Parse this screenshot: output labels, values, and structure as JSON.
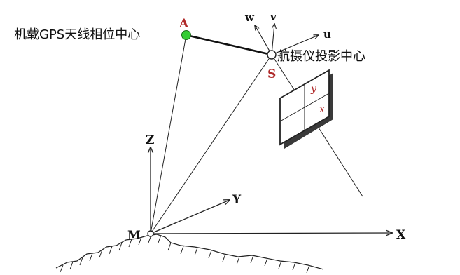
{
  "labels": {
    "gps_antenna": "机载GPS天线相位中心",
    "projection_center": "航摄仪投影中心",
    "point_a": "A",
    "point_s": "S",
    "point_m": "M",
    "axis_x": "X",
    "axis_y": "Y",
    "axis_z": "Z",
    "axis_u": "u",
    "axis_v": "v",
    "axis_w": "w",
    "image_x": "x",
    "image_y": "y"
  },
  "colors": {
    "gps_point": "#33cc33",
    "point_label": "#b02a2a",
    "line": "#222222"
  }
}
